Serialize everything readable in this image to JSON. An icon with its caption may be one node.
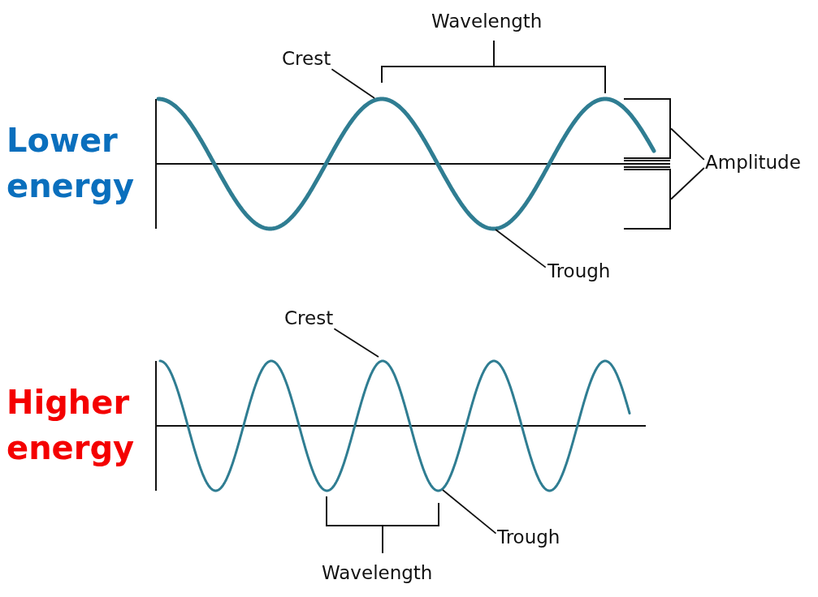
{
  "diagram": {
    "nodes": [
      {
        "text": [
          "Crest"
        ]
      },
      {
        "text": [
          "Trough"
        ]
      },
      {
        "text": [
          "Amplitude"
        ]
      },
      {
        "text": [],
        "shape": "bracket"
      },
      {
        "text": [],
        "shape": "bracket"
      },
      {
        "text": [
          "Crest"
        ]
      },
      {
        "text": [
          "Trough"
        ]
      }
    ],
    "edges": [
      {
        "from": 0,
        "to": null,
        "arrow": "none"
      },
      {
        "from": 1,
        "to": null,
        "arrow": "none"
      },
      {
        "from": 2,
        "to": 3,
        "arrow": "none"
      },
      {
        "from": 2,
        "to": 4,
        "arrow": "none"
      },
      {
        "from": 5,
        "to": null,
        "arrow": "none"
      },
      {
        "from": 6,
        "to": null,
        "arrow": "none"
      }
    ],
    "labels": [
      "Wavelength",
      "Lower energy",
      "Higher energy",
      "Wavelength"
    ]
  }
}
